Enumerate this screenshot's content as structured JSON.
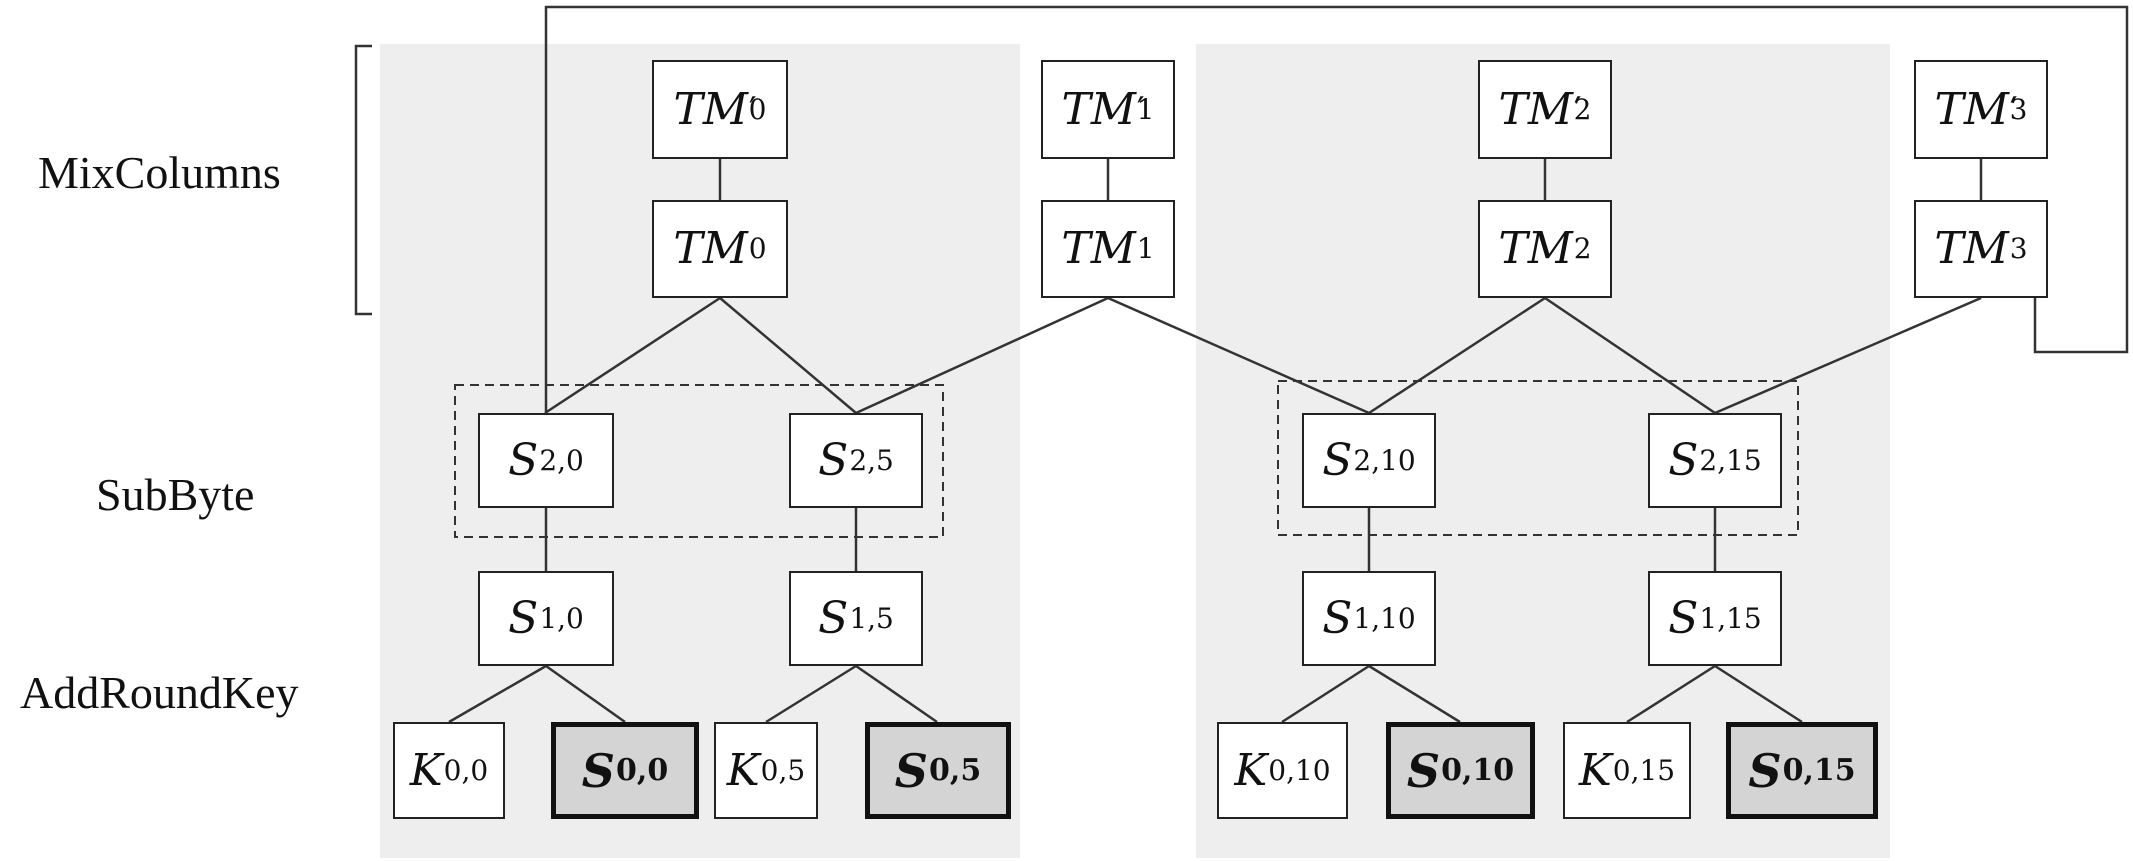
{
  "labels": {
    "mixcolumns": "MixColumns",
    "subbyte": "SubByte",
    "addroundkey": "AddRoundKey"
  },
  "nodes": {
    "tmp0": {
      "sym": "TM",
      "prime": "′",
      "idx": "0"
    },
    "tmp1": {
      "sym": "TM",
      "prime": "′",
      "idx": "1"
    },
    "tmp2": {
      "sym": "TM",
      "prime": "′",
      "idx": "2"
    },
    "tmp3": {
      "sym": "TM",
      "prime": "′",
      "idx": "3"
    },
    "tm0": {
      "sym": "TM",
      "idx": "0"
    },
    "tm1": {
      "sym": "TM",
      "idx": "1"
    },
    "tm2": {
      "sym": "TM",
      "idx": "2"
    },
    "tm3": {
      "sym": "TM",
      "idx": "3"
    },
    "s2_0": {
      "sym": "S",
      "idx": "2,0"
    },
    "s2_5": {
      "sym": "S",
      "idx": "2,5"
    },
    "s2_10": {
      "sym": "S",
      "idx": "2,10"
    },
    "s2_15": {
      "sym": "S",
      "idx": "2,15"
    },
    "s1_0": {
      "sym": "S",
      "idx": "1,0"
    },
    "s1_5": {
      "sym": "S",
      "idx": "1,5"
    },
    "s1_10": {
      "sym": "S",
      "idx": "1,10"
    },
    "s1_15": {
      "sym": "S",
      "idx": "1,15"
    },
    "k0_0": {
      "sym": "K",
      "idx": "0,0"
    },
    "s0_0": {
      "sym": "S",
      "idx": "0,0"
    },
    "k0_5": {
      "sym": "K",
      "idx": "0,5"
    },
    "s0_5": {
      "sym": "S",
      "idx": "0,5"
    },
    "k0_10": {
      "sym": "K",
      "idx": "0,10"
    },
    "s0_10": {
      "sym": "S",
      "idx": "0,10"
    },
    "k0_15": {
      "sym": "K",
      "idx": "0,15"
    },
    "s0_15": {
      "sym": "S",
      "idx": "0,15"
    }
  },
  "colors": {
    "panel": "#eeeeee",
    "data_fill": "#d4d4d4",
    "line": "#333333"
  }
}
